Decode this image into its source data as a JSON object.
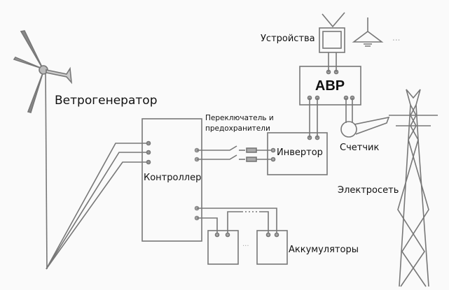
{
  "labels": {
    "wind_generator": "Ветрогенератор",
    "controller": "Контроллер",
    "switch_fuses_line1": "Переключатель и",
    "switch_fuses_line2": "предохранители",
    "inverter": "Инвертор",
    "ats": "АВР",
    "devices": "Устройства",
    "meter": "Счетчик",
    "grid": "Электросеть",
    "batteries": "Аккумуляторы"
  },
  "colors": {
    "line": "#777777",
    "text": "#111111"
  }
}
